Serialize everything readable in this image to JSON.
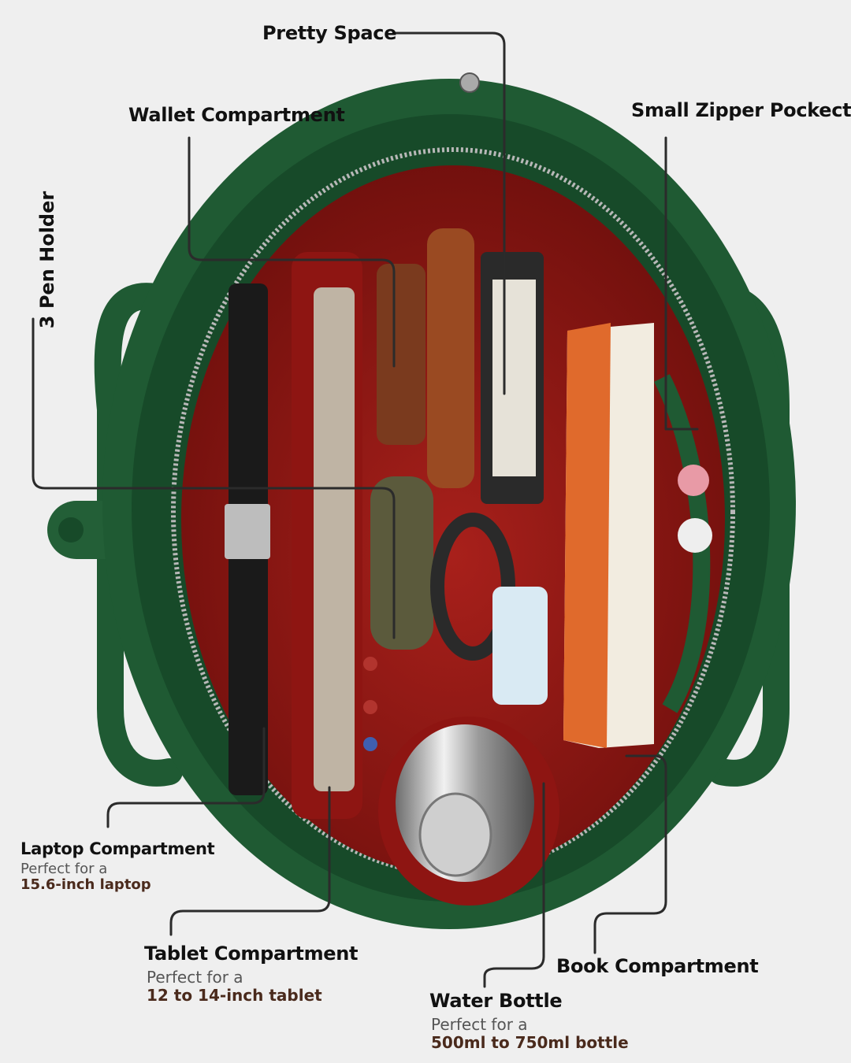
{
  "labels": {
    "pretty_space": "Pretty Space",
    "wallet_compartment": "Wallet Compartment",
    "small_zipper_pocket": "Small Zipper Pockect",
    "pen_holder": "3 Pen Holder",
    "laptop_compartment": {
      "title": "Laptop Compartment",
      "line1": "Perfect for a",
      "line2": "15.6-inch laptop"
    },
    "tablet_compartment": {
      "title": "Tablet Compartment",
      "line1": "Perfect for a",
      "line2": "12 to 14-inch tablet"
    },
    "book_compartment": "Book Compartment",
    "water_bottle": {
      "title": "Water Bottle",
      "line1": "Perfect for a",
      "line2": "500ml to 750ml bottle"
    }
  },
  "colors": {
    "background": "#efefef",
    "bag_green": "#1f5a33",
    "lining_red": "#8e1512",
    "accent_brown": "#4a2a1c"
  }
}
